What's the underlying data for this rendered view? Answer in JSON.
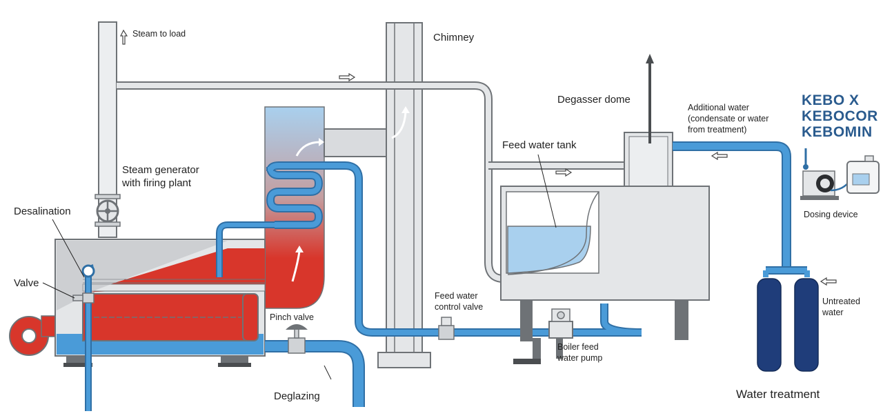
{
  "labels": {
    "steam_to_load": "Steam to load",
    "chimney": "Chimney",
    "degasser_dome": "Degasser dome",
    "additional_water": [
      "Additional water",
      "(condensate or water",
      "from treatment)"
    ],
    "feed_water_tank": "Feed water tank",
    "steam_generator": [
      "Steam generator",
      "with firing plant"
    ],
    "desalination": "Desalination",
    "valve": "Valve",
    "pinch_valve": "Pinch valve",
    "feed_water_control_valve": [
      "Feed water",
      "control valve"
    ],
    "boiler_feed_water_pump": [
      "Boiler feed",
      "water pump"
    ],
    "deglazing": "Deglazing",
    "dosing_device": "Dosing device",
    "untreated_water": [
      "Untreated",
      "water"
    ],
    "water_treatment": "Water treatment"
  },
  "products": [
    "KEBO X",
    "KEBOCOR",
    "KEBOMIN"
  ],
  "colors": {
    "water_blue": "#4a9bd8",
    "water_outline": "#2f6fa5",
    "hot_red": "#d8362b",
    "gray_fill": "#e4e6e8",
    "gray_outline": "#6e7276",
    "product_blue": "#2a5b8e",
    "tank_navy": "#1f3d7a"
  },
  "icons": [
    "up-arrow-icon",
    "right-arrow-icon",
    "left-arrow-icon",
    "hand-wheel-valve-icon",
    "dosing-pump-icon",
    "chemical-canister-icon"
  ]
}
